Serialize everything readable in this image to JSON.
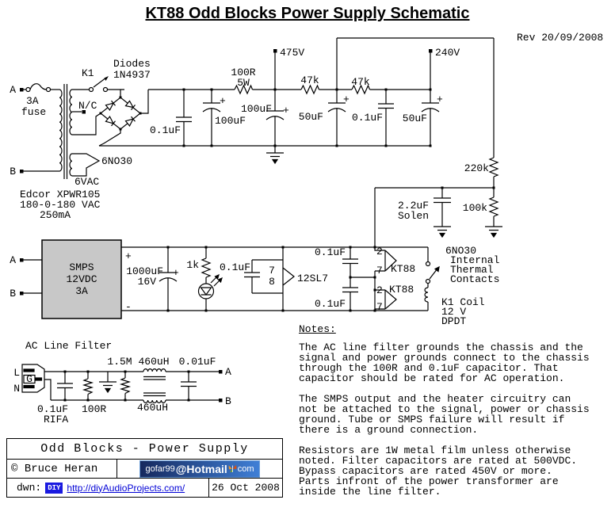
{
  "title": "KT88 Odd Blocks Power Supply Schematic",
  "rev": "Rev 20/09/2008",
  "schematic": {
    "input": {
      "terminal_a": "A",
      "terminal_b": "B",
      "fuse_line1": "3A",
      "fuse_line2": "fuse",
      "relay": "K1",
      "nc": "N/C",
      "diodes_line1": "Diodes",
      "diodes_line2": "1N4937",
      "heater_tube": "6NO30",
      "winding_6v": "6VAC",
      "xfmr_line1": "Edcor XPWR105",
      "xfmr_line2": "180-0-180 VAC",
      "xfmr_line3": "250mA"
    },
    "hv": {
      "cap_in": "0.1uF",
      "cap1": "100uF",
      "cap1_plus": "+",
      "r_series": "100R",
      "r_series_w": "5W",
      "tap1": "475V",
      "cap2": "100uF",
      "cap2_plus": "+",
      "r1": "47k",
      "cap3": "50uF",
      "cap3_plus": "+",
      "r2": "47k",
      "cap4": "0.1uF",
      "tap2": "240V",
      "cap5": "50uF",
      "cap5_plus": "+"
    },
    "divider": {
      "r_top": "220k",
      "r_bottom": "100k",
      "cap": "2.2uF",
      "cap_brand": "Solen"
    },
    "smps": {
      "line1": "SMPS",
      "line2": "12VDC",
      "line3": "3A",
      "plus": "+",
      "minus": "-",
      "terminal_a": "A",
      "terminal_b": "B"
    },
    "heater": {
      "cap_main": "1000uF",
      "cap_main_v": "16V",
      "cap_main_plus": "+",
      "led_r": "1k",
      "cap_12sl7": "0.1uF",
      "pin7": "7",
      "pin8": "8",
      "tube": "12SL7",
      "cap_kt88_top": "0.1uF",
      "cap_kt88_bot": "0.1uF",
      "pin2_top": "2",
      "pin7_top": "7",
      "kt88_top": "KT88",
      "pin2_bot": "2",
      "pin7_bot": "7",
      "kt88_bot": "KT88"
    },
    "relay": {
      "line1": "6NO30",
      "line2": "Internal",
      "line3": "Thermal",
      "line4": "Contacts",
      "coil1": "K1 Coil",
      "coil2": "12 V",
      "coil3": "DPDT"
    },
    "filter": {
      "title": "AC Line Filter",
      "pin_l": "L",
      "pin_g": "G",
      "pin_n": "N",
      "r_bleed": "1.5M",
      "choke_top": "460uH",
      "cap_out": "0.01uF",
      "cap_x": "0.1uF",
      "cap_x_brand": "RIFA",
      "r_gnd": "100R",
      "choke_bot": "460uH",
      "out_a": "A",
      "out_b": "B"
    }
  },
  "notes": {
    "heading": "Notes:",
    "para1": "The AC line filter grounds the chassis and the\nsignal and power grounds connect to the chassis\nthrough the 100R and 0.1uF capacitor.  That\ncapacitor should be rated for AC operation.",
    "para2": "The SMPS output and the heater circuitry can\nnot be attached to the signal, power or chassis\nground.  Tube or SMPS failure will result if\nthere is a ground connection.",
    "para3": "Resistors are 1W metal film unless otherwise\nnoted.  Filter capacitors are rated at 500VDC.\nBypass capacitors are rated 450V or more.\nParts infront of the power transformer are\ninside the line filter."
  },
  "footer": {
    "title": "Odd Blocks - Power Supply",
    "copyright": "©",
    "author": "Bruce Heran",
    "email_user": "gofar99",
    "email_host": "@Hotmail",
    "email_tld": "com",
    "dwn": "dwn:",
    "badge": "DIY",
    "link": "http://diyAudioProjects.com/",
    "date": "26 Oct 2008"
  }
}
